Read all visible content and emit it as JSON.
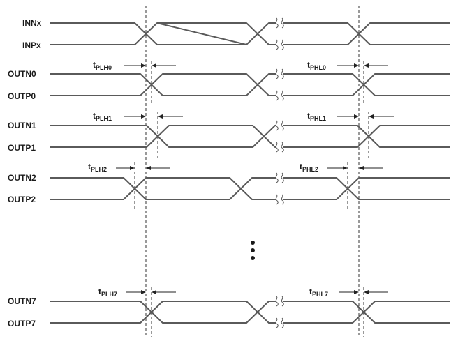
{
  "signals": {
    "inn_x": "INNx",
    "inp_x": "INPx",
    "outn0": "OUTN0",
    "outp0": "OUTP0",
    "outn1": "OUTN1",
    "outp1": "OUTP1",
    "outn2": "OUTN2",
    "outp2": "OUTP2",
    "outn7": "OUTN7",
    "outp7": "OUTP7"
  },
  "delays": {
    "symbol": "t",
    "plh0": "PLH0",
    "phl0": "PHL0",
    "plh1": "PLH1",
    "phl1": "PHL1",
    "plh2": "PLH2",
    "phl2": "PHL2",
    "plh7": "PLH7",
    "phl7": "PHL7"
  },
  "colors": {
    "waveform": "#5a5a5a",
    "guide": "#333333",
    "text": "#1a1a1a"
  }
}
